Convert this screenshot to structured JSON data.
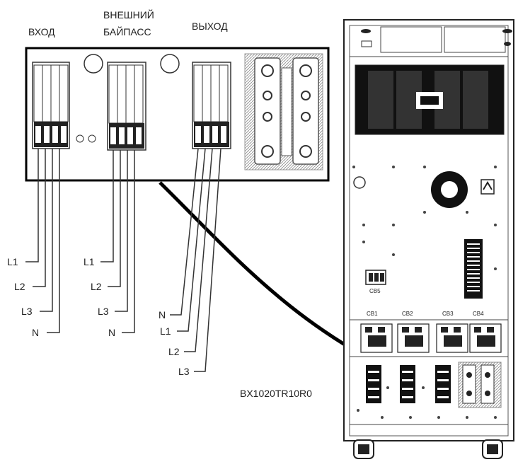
{
  "groups": {
    "input": {
      "title": "ВХОД",
      "wires": [
        "L1",
        "L2",
        "L3",
        "N"
      ]
    },
    "bypass": {
      "title_line1": "ВНЕШНИЙ",
      "title_line2": "БАЙПАСС",
      "wires": [
        "L1",
        "L2",
        "L3",
        "N"
      ]
    },
    "output": {
      "title": "ВЫХОД",
      "wires": [
        "N",
        "L1",
        "L2",
        "L3"
      ]
    }
  },
  "cabinet": {
    "breakers": [
      "CB1",
      "CB2",
      "CB3",
      "CB4"
    ],
    "small_breaker": "CB5"
  },
  "model": "BX1020TR10R0"
}
